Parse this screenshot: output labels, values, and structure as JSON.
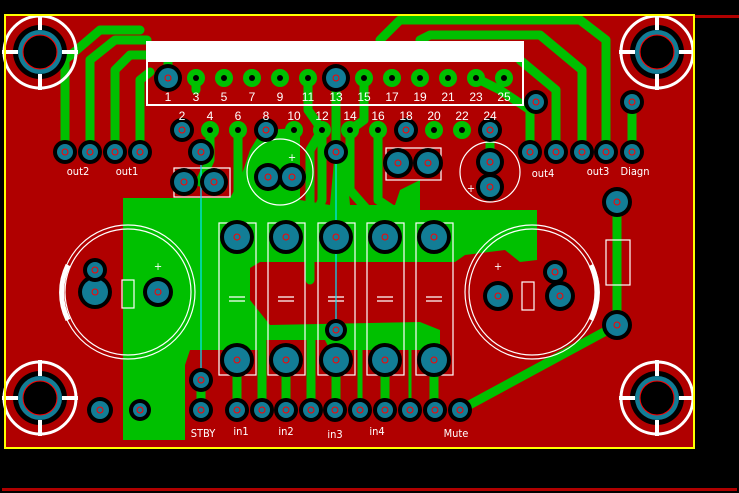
{
  "board": {
    "colors": {
      "copper_bottom": "#b00000",
      "copper_top": "#00c000",
      "pad": "#127d96",
      "silkscreen": "#ffffff",
      "outline": "#ffff00",
      "background": "#000000"
    }
  },
  "connector": {
    "odd_pins": [
      "1",
      "3",
      "5",
      "7",
      "9",
      "11",
      "13",
      "15",
      "17",
      "19",
      "21",
      "23",
      "25"
    ],
    "even_pins": [
      "2",
      "4",
      "6",
      "8",
      "10",
      "12",
      "14",
      "16",
      "18",
      "20",
      "22",
      "24"
    ]
  },
  "labels": {
    "out2": "out2",
    "out1": "out1",
    "out4": "out4",
    "out3": "out3",
    "diagn": "Diagn",
    "stby": "STBY",
    "in1": "in1",
    "in2": "in2",
    "in3": "in3",
    "in4": "in4",
    "mute": "Mute",
    "plus": "+"
  }
}
